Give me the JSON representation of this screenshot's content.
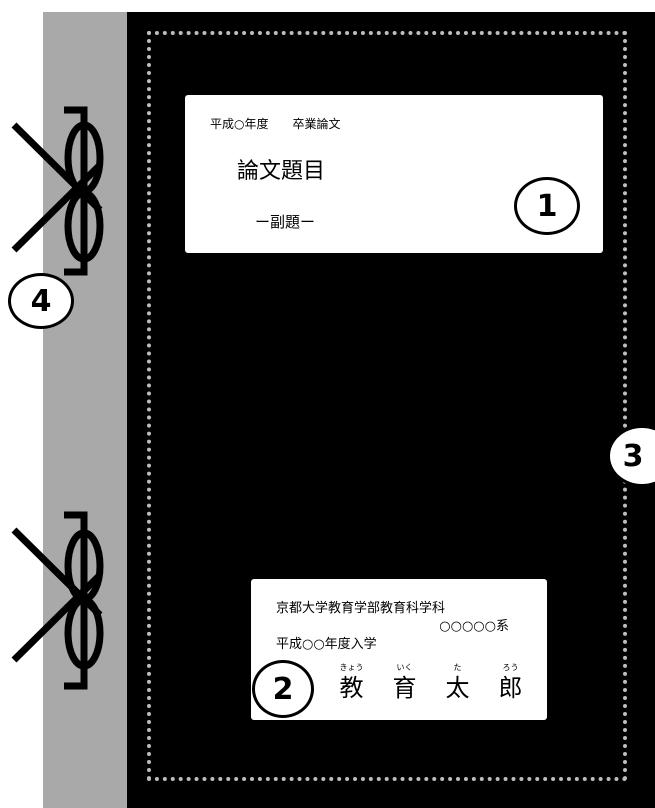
{
  "title_label": {
    "year_line": "平成○年度　　卒業論文",
    "title": "論文題目",
    "subtitle": "ー副題ー"
  },
  "author_label": {
    "department": "京都大学教育学部教育科学科",
    "course": "○○○○○系",
    "entry_year": "平成○○年度入学",
    "name": [
      {
        "ruby": "きょう",
        "kanji": "教"
      },
      {
        "ruby": "いく",
        "kanji": "育"
      },
      {
        "ruby": "た",
        "kanji": "太"
      },
      {
        "ruby": "ろう",
        "kanji": "郎"
      }
    ]
  },
  "callouts": {
    "c1": "1",
    "c2": "2",
    "c3": "3",
    "c4": "4"
  },
  "colors": {
    "cover": "#000000",
    "spine": "#a9a9a9",
    "border": "#bdbdbd",
    "label": "#ffffff"
  }
}
